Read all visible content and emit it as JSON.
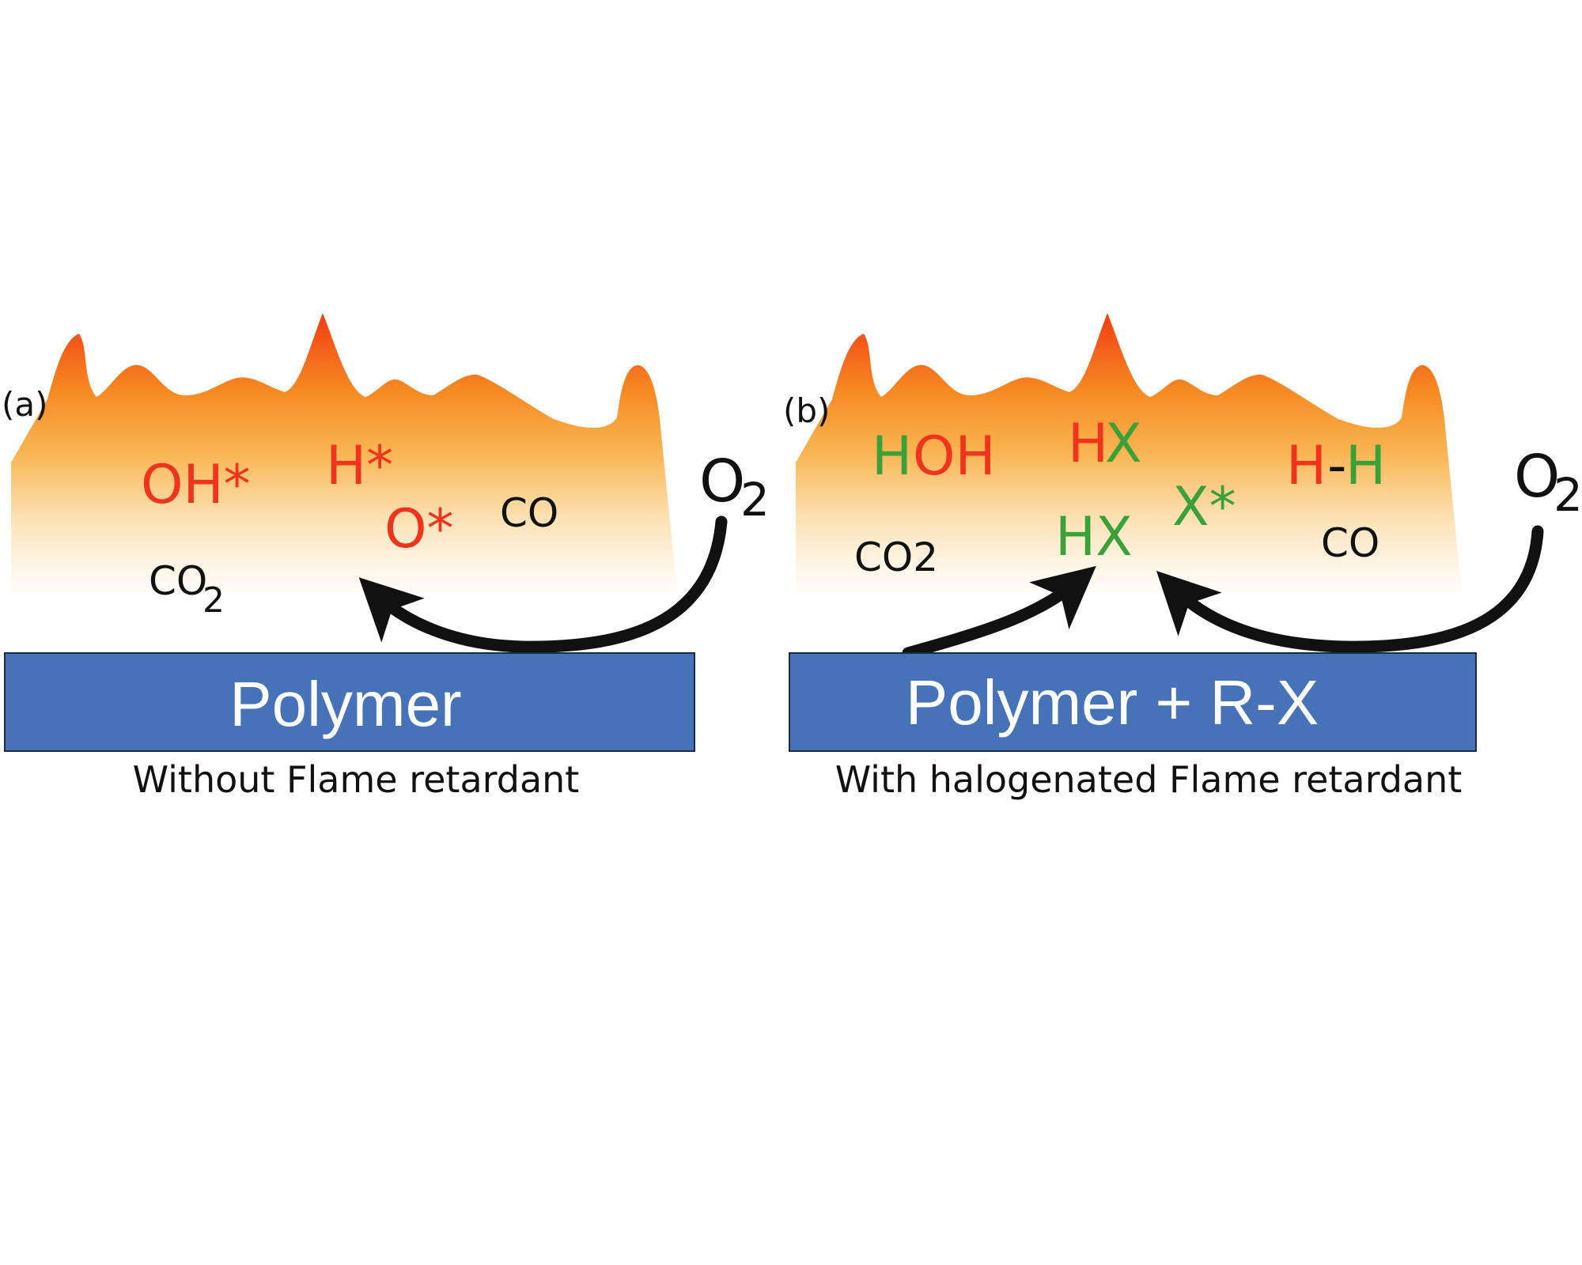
{
  "colors": {
    "radical_red": "#f0331c",
    "halogen_green": "#3aa13a",
    "polymer_blue": "#4672b8",
    "arrow_black": "#111111",
    "flame_top": "#f13d12",
    "flame_mid": "#f89a25",
    "flame_low": "#fbd69a"
  },
  "panel_a": {
    "label": "(a)",
    "polymer_label": "Polymer",
    "caption": "Without Flame retardant",
    "species": {
      "oh": "OH*",
      "h": "H*",
      "o": "O*",
      "co": "CO",
      "co2_base": "CO",
      "co2_sub": "2"
    },
    "o2_base": "O",
    "o2_sub": "2"
  },
  "panel_b": {
    "label": "(b)",
    "polymer_label": "Polymer + R-X",
    "caption": "With halogenated Flame retardant",
    "species": {
      "hoh_h": "H",
      "hoh_oh": "OH",
      "hx_top_h": "H",
      "hx_top_x": "X",
      "hh_h1": "H",
      "hh_dash": "-",
      "hh_h2": "H",
      "x_star": "X*",
      "hx_mid": "HX",
      "co2": "CO2",
      "co": "CO"
    },
    "o2_base": "O",
    "o2_sub": "2"
  }
}
